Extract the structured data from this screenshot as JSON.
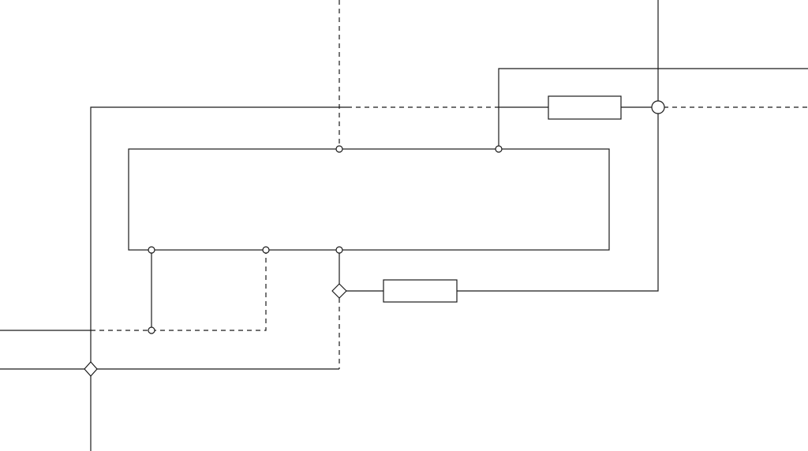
{
  "colors": {
    "background": "#ffffff",
    "line": "#1a1a1a"
  },
  "legend": {
    "solid_connection": "",
    "dashed_connection": ""
  },
  "components": [
    {
      "id": "unit-block",
      "shape": "rectangle",
      "label": ""
    },
    {
      "id": "resistor-top",
      "shape": "rectangle",
      "label": ""
    },
    {
      "id": "resistor-bottom",
      "shape": "rectangle",
      "label": ""
    }
  ],
  "junctions": [
    {
      "id": "junction-right",
      "shape": "circle"
    },
    {
      "id": "junction-left",
      "shape": "circle"
    },
    {
      "id": "junction-middle",
      "shape": "diamond"
    }
  ],
  "ports": [
    {
      "id": "port-top-middle",
      "shape": "small-circle"
    },
    {
      "id": "port-top-right",
      "shape": "small-circle"
    },
    {
      "id": "port-bottom-left",
      "shape": "small-circle"
    },
    {
      "id": "port-bottom-center-left",
      "shape": "small-circle"
    },
    {
      "id": "port-bottom-middle",
      "shape": "small-circle"
    },
    {
      "id": "port-lower-left",
      "shape": "small-circle"
    }
  ]
}
